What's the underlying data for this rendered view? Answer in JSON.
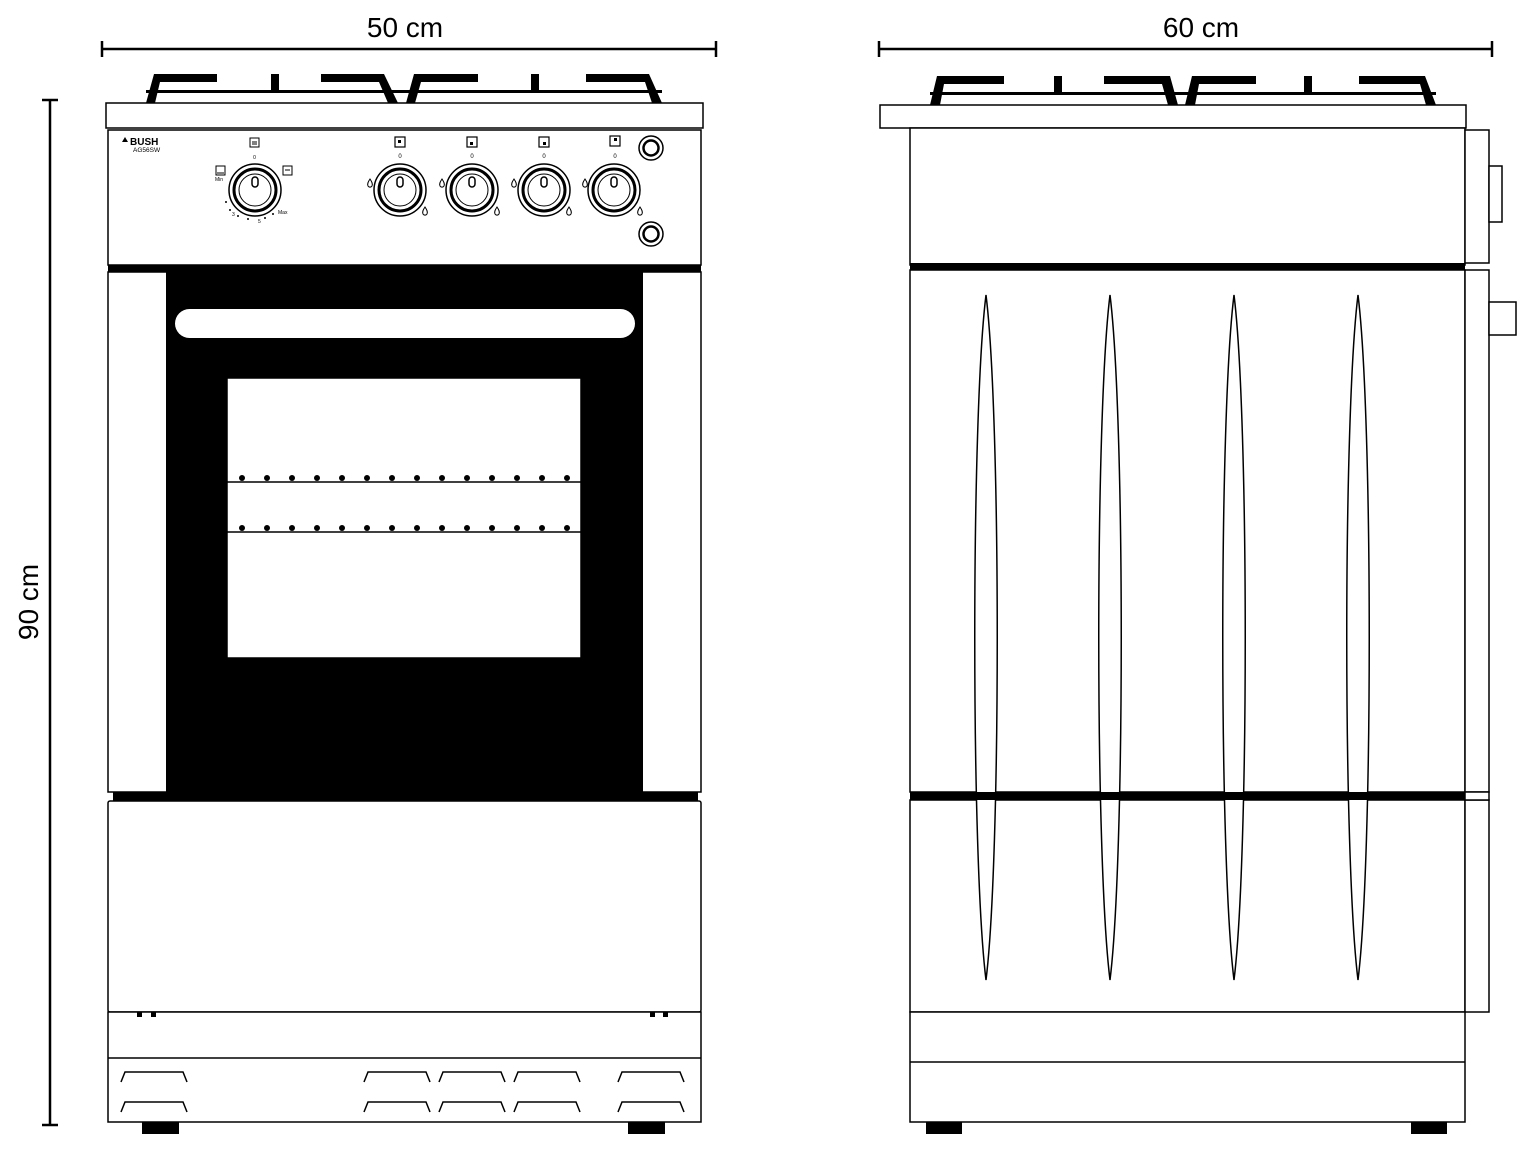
{
  "dimensions": {
    "front_width": "50 cm",
    "side_depth": "60 cm",
    "height": "90 cm"
  },
  "control_panel": {
    "brand": "BUSH",
    "model": "AG56SW",
    "oven_knob": {
      "zero": "0",
      "min": "Min",
      "max": "Max",
      "mark_3": "3",
      "mark_5": "5"
    },
    "burner_knob_zero": "0"
  },
  "colors": {
    "line": "#000000",
    "fill": "#ffffff",
    "door_glass": "#000000"
  }
}
